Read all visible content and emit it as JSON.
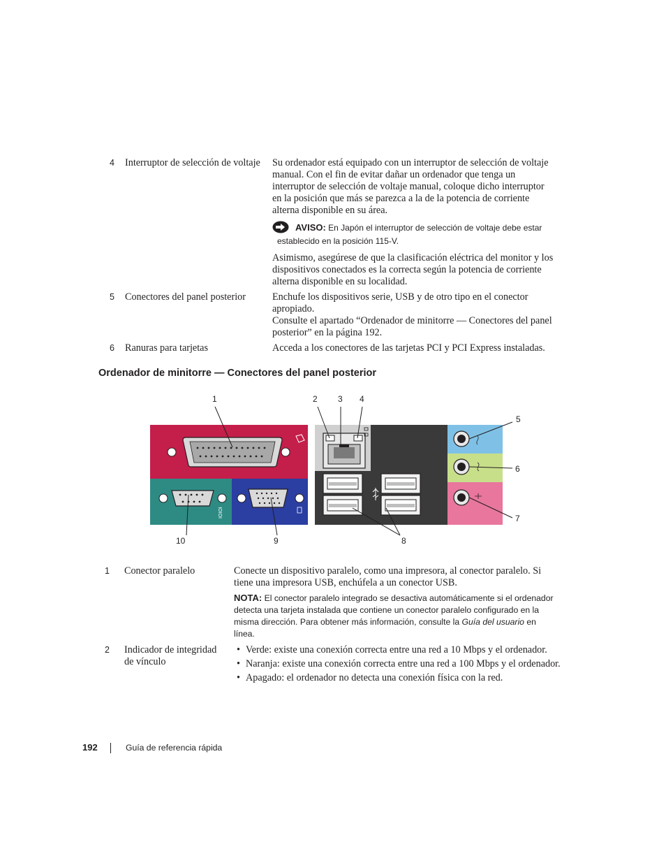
{
  "top_table": [
    {
      "num": "4",
      "term": "Interruptor de selección de voltaje",
      "desc_lines": [
        "Su ordenador está equipado con un interruptor de selección de voltaje",
        "manual. Con el fin de evitar dañar un ordenador que tenga un",
        "interruptor de selección de voltaje manual, coloque dicho interruptor",
        "en la posición que más se parezca a la de la potencia de corriente",
        "alterna disponible en su área."
      ],
      "aviso_label": "AVISO:",
      "aviso_line1": "En Japón el interruptor de selección de voltaje debe estar",
      "aviso_line2": "establecido en la posición 115-V.",
      "desc2_lines": [
        "Asimismo, asegúrese de que la clasificación eléctrica del monitor y los",
        "dispositivos conectados es la correcta según la potencia de corriente",
        "alterna disponible en su localidad."
      ]
    },
    {
      "num": "5",
      "term": "Conectores del panel posterior",
      "desc_lines": [
        "Enchufe los dispositivos serie, USB y de otro tipo en el conector",
        "apropiado.",
        "Consulte el apartado “Ordenador de minitorre — Conectores del panel",
        "posterior” en la página 192."
      ]
    },
    {
      "num": "6",
      "term": "Ranuras para tarjetas",
      "desc_lines": [
        "Acceda a los conectores de las tarjetas PCI y PCI Express instaladas."
      ]
    }
  ],
  "section_title": "Ordenador de minitorre — Conectores del panel posterior",
  "figure": {
    "callouts": [
      "1",
      "2",
      "3",
      "4",
      "5",
      "6",
      "7",
      "8",
      "9",
      "10"
    ],
    "colors": {
      "parallel": "#c41e4a",
      "serial": "#2e8b84",
      "vga": "#2b3ea1",
      "network_panel": "#3a3a3a",
      "line_in": "#7fc1e6",
      "line_out": "#c8df8a",
      "mic": "#e8769d"
    }
  },
  "bottom_table": [
    {
      "num": "1",
      "term": "Conector paralelo",
      "desc_lines": [
        "Conecte un dispositivo paralelo, como una impresora, al conector paralelo. Si",
        "tiene una impresora USB, enchúfela a un conector USB."
      ],
      "nota_label": "NOTA:",
      "nota_line1": "El conector paralelo integrado se desactiva automáticamente si el ordenador",
      "nota_line2": "detecta una tarjeta instalada que contiene un conector paralelo configurado en la",
      "nota_line3_pre": "misma dirección. Para obtener más información, consulte la",
      "nota_line3_italic": "Guía del usuario",
      "nota_line3_post": "en",
      "nota_line4": "línea."
    },
    {
      "num": "2",
      "term_line1": "Indicador de integridad",
      "term_line2": "de vínculo",
      "bullets": [
        "Verde: existe una conexión correcta entre una red a 10 Mbps y el ordenador.",
        "Naranja: existe una conexión correcta entre una red a 100 Mbps y el ordenador.",
        "Apagado: el ordenador no detecta una conexión física con la red."
      ]
    }
  ],
  "footer": {
    "page_number": "192",
    "title": "Guía de referencia rápida"
  }
}
